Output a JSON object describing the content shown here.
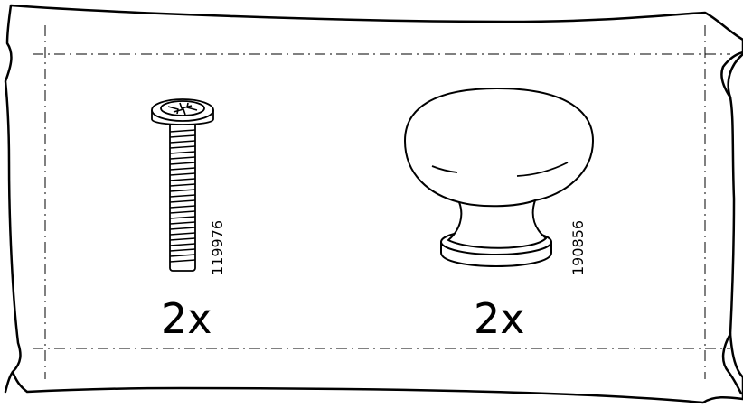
{
  "parts": [
    {
      "name": "screw",
      "article_number": "119976",
      "quantity": "2x"
    },
    {
      "name": "knob",
      "article_number": "190856",
      "quantity": "2x"
    }
  ],
  "colors": {
    "line": "#000000",
    "background": "#ffffff"
  },
  "icons": [
    "bag-outline-icon",
    "screw-icon",
    "knob-icon"
  ]
}
